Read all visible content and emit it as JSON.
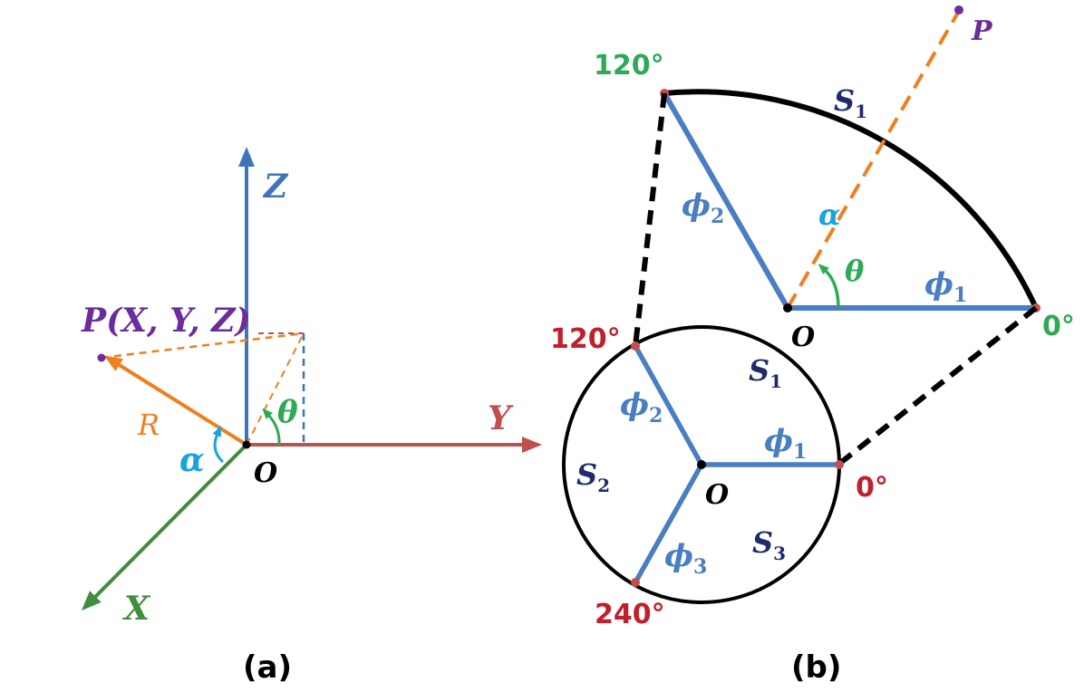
{
  "colors": {
    "z_axis": "#3F74B8",
    "y_axis": "#C0504D",
    "x_axis": "#3E8E3E",
    "orange": "#F07F1E",
    "purple": "#6C2D9C",
    "navy": "#1F2A6B",
    "cyan": "#1AA3DD",
    "green": "#2EAA54",
    "red_deg": "#C0202A",
    "blue_line": "#4A7EC2",
    "black": "#000000"
  },
  "panel_a": {
    "caption": "(a)",
    "z_label": "Z",
    "y_label": "Y",
    "x_label": "X",
    "origin_label": "O",
    "point_label": "P(X, Y, Z)",
    "r_label": "R",
    "alpha_label": "α",
    "theta_label": "θ"
  },
  "panel_b": {
    "caption": "(b)",
    "sector_point_label": "P",
    "sector_s1": "S",
    "sector_s1_sub": "1",
    "sector_alpha": "α",
    "sector_phi2": "ϕ",
    "sector_phi2_sub": "2",
    "sector_theta": "θ",
    "sector_phi1": "ϕ",
    "sector_phi1_sub": "1",
    "sector_origin": "O",
    "sector_120": "120°",
    "sector_0": "0°",
    "circle_120": "120°",
    "circle_0": "0°",
    "circle_240": "240°",
    "circle_s1": "S",
    "circle_s1_sub": "1",
    "circle_s2": "S",
    "circle_s2_sub": "2",
    "circle_s3": "S",
    "circle_s3_sub": "3",
    "circle_phi1": "ϕ",
    "circle_phi1_sub": "1",
    "circle_phi2": "ϕ",
    "circle_phi2_sub": "2",
    "circle_phi3": "ϕ",
    "circle_phi3_sub": "3",
    "circle_origin": "O"
  }
}
